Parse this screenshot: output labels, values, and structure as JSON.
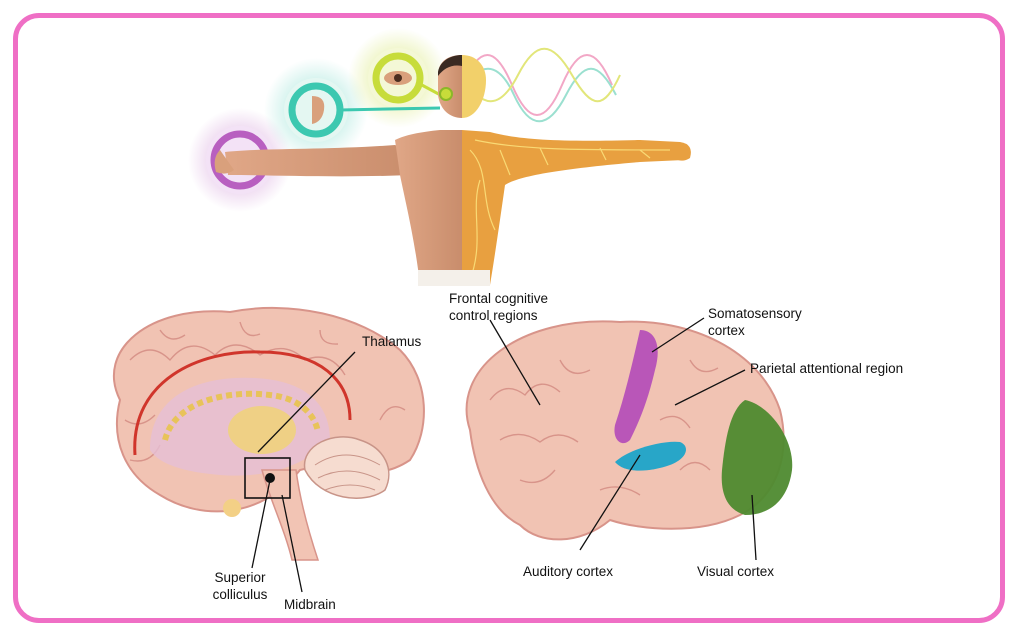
{
  "labels": {
    "thalamus": "Thalamus",
    "superior_colliculus_l1": "Superior",
    "superior_colliculus_l2": "colliculus",
    "midbrain": "Midbrain",
    "frontal_l1": "Frontal cognitive",
    "frontal_l2": "control regions",
    "somatosensory_l1": "Somatosensory",
    "somatosensory_l2": "cortex",
    "parietal": "Parietal attentional region",
    "auditory": "Auditory cortex",
    "visual": "Visual cortex"
  },
  "colors": {
    "frame_border": "#ef6fc5",
    "touch_ring": "#b85fc0",
    "hearing_ring": "#3cc8b0",
    "vision_ring": "#c7dc3a",
    "somatosensory_region": "#b34ab8",
    "auditory_region": "#28a6c8",
    "visual_region": "#4e8a2f",
    "brain_tissue": "#f1c3b3",
    "midline_arc": "#d0352b"
  }
}
